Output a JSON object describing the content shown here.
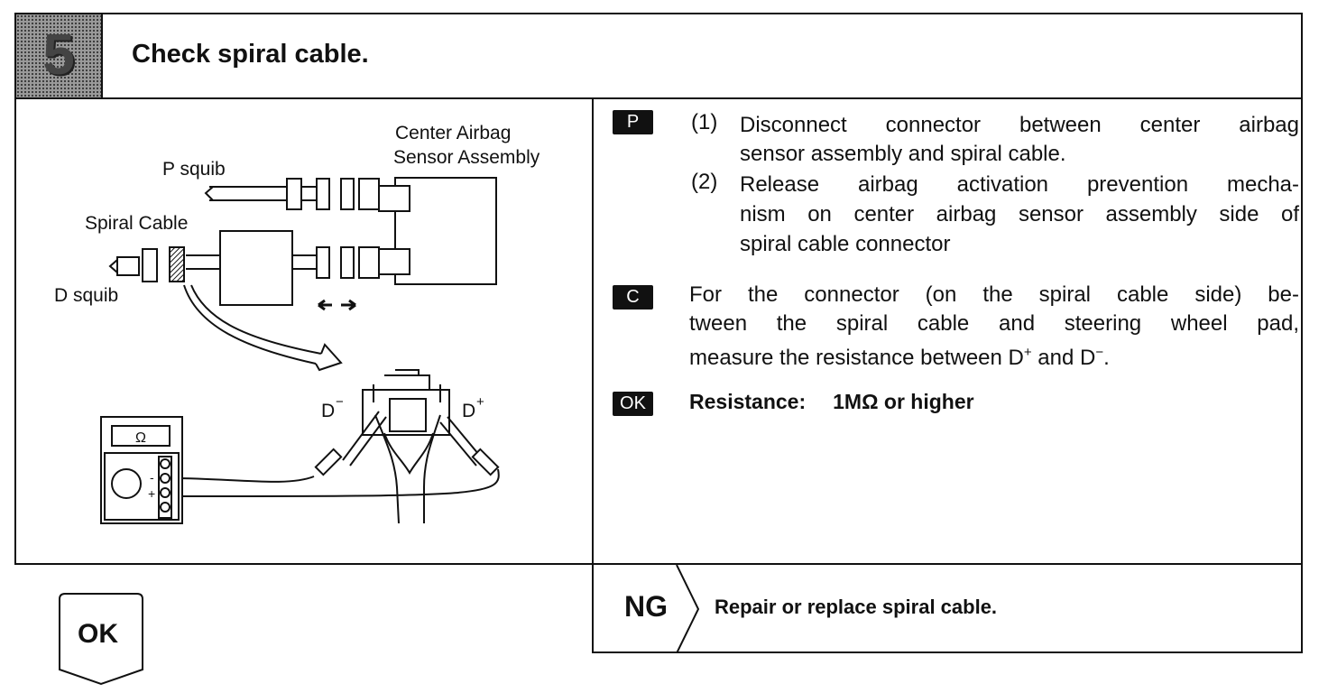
{
  "step": {
    "number": "5",
    "title": "Check spiral cable."
  },
  "diagram": {
    "center_airbag_line1": "Center Airbag",
    "center_airbag_line2": "Sensor Assembly",
    "p_squib": "P squib",
    "spiral_cable": "Spiral Cable",
    "d_squib": "D squib",
    "d_minus": "D",
    "d_plus": "D",
    "minus_sign": "−",
    "plus_sign": "+",
    "ohm_symbol": "Ω",
    "meter_minus": "-",
    "meter_plus": "+"
  },
  "prep": {
    "tag": "P",
    "items": [
      {
        "num": "(1)",
        "lines": [
          "Disconnect connector between center airbag",
          "sensor assembly and spiral cable."
        ]
      },
      {
        "num": "(2)",
        "lines": [
          "Release airbag activation prevention mecha-",
          "nism on center airbag sensor assembly side of",
          "spiral cable connector"
        ]
      }
    ]
  },
  "check": {
    "tag": "C",
    "line1": "For the connector (on the spiral cable side) be-",
    "line2": "tween the spiral cable and steering wheel pad,",
    "line3_a": "measure the resistance between D",
    "line3_sup1": "+",
    "line3_b": " and D",
    "line3_sup2": "−",
    "line3_c": "."
  },
  "ok_spec": {
    "tag": "OK",
    "label": "Resistance:",
    "value": "1MΩ or higher"
  },
  "ng": {
    "label": "NG",
    "text": "Repair or replace spiral cable."
  },
  "ok_flow": {
    "label": "OK"
  }
}
